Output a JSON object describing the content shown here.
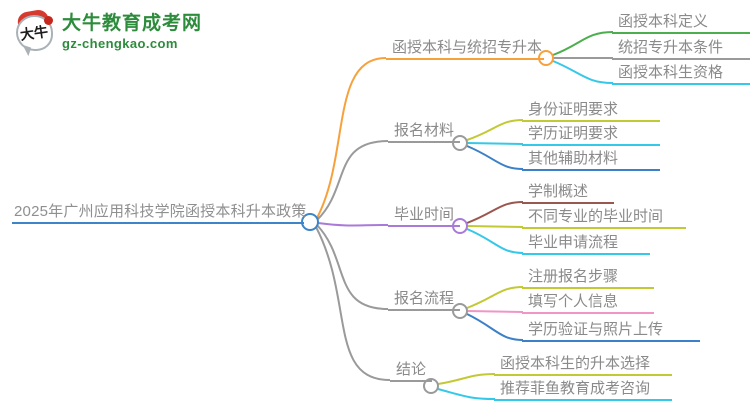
{
  "logo": {
    "brand_name": "大牛教育成考网",
    "brand_url": "gz-chengkao.com",
    "icon_text": "大牛",
    "colors": {
      "green": "#2d8c3c",
      "red": "#d63a2f"
    }
  },
  "mindmap": {
    "root": {
      "label": "2025年广州应用科技学院函授本科升本政策",
      "color": "#3d85c8"
    },
    "branches": [
      {
        "label": "函授本科与统招专升本",
        "color": "#f7a13c",
        "children": [
          {
            "label": "函授本科定义",
            "color": "#4cae4f"
          },
          {
            "label": "统招专升本条件",
            "color": "#9a9a9a"
          },
          {
            "label": "函授本科生资格",
            "color": "#35c8e8"
          }
        ]
      },
      {
        "label": "报名材料",
        "color": "#9a9a9a",
        "children": [
          {
            "label": "身份证明要求",
            "color": "#c3c934"
          },
          {
            "label": "学历证明要求",
            "color": "#35c8e8"
          },
          {
            "label": "其他辅助材料",
            "color": "#3c80c8"
          }
        ]
      },
      {
        "label": "毕业时间",
        "color": "#a97ad8",
        "children": [
          {
            "label": "学制概述",
            "color": "#9a574e"
          },
          {
            "label": "不同专业的毕业时间",
            "color": "#c3c934"
          },
          {
            "label": "毕业申请流程",
            "color": "#35c8e8"
          }
        ]
      },
      {
        "label": "报名流程",
        "color": "#9a9a9a",
        "children": [
          {
            "label": "注册报名步骤",
            "color": "#c3c934"
          },
          {
            "label": "填写个人信息",
            "color": "#f195c6"
          },
          {
            "label": "学历验证与照片上传",
            "color": "#3c80c8"
          }
        ]
      },
      {
        "label": "结论",
        "color": "#9a9a9a",
        "children": [
          {
            "label": "函授本科生的升本选择",
            "color": "#c3c934"
          },
          {
            "label": "推荐菲鱼教育成考咨询",
            "color": "#35c8e8"
          }
        ]
      }
    ]
  }
}
